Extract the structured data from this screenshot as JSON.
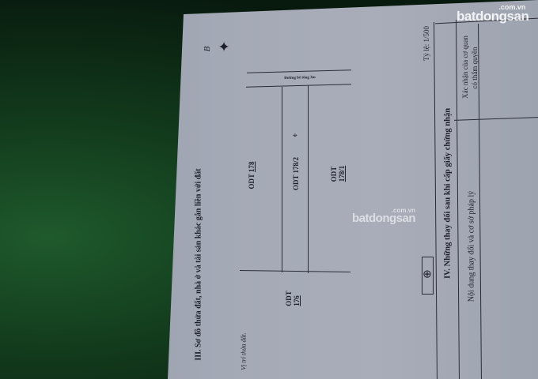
{
  "section3_title": "III. Sơ đồ thửa đất, nhà ở và tài sản khác gắn liền với đất",
  "north_label": "B",
  "road_label": "Đường bê tông 3m",
  "parcels": {
    "p178": {
      "type": "ODT",
      "number": "178"
    },
    "p178_2": {
      "type": "ODT",
      "number": "178/2"
    },
    "p178_1": {
      "type": "ODT",
      "number": "178/1"
    },
    "p176": {
      "type": "ODT",
      "number": "176"
    }
  },
  "scale_label": "Tỷ lệ: 1/500",
  "location_label": "Vị trí thửa đất.",
  "section4_title": "IV. Những thay đổi sau khi cấp giấy chứng nhận",
  "table": {
    "col1_header": "Nội dung thay đổi và cơ sở pháp lý",
    "col2_header_line1": "Xác nhận của cơ quan",
    "col2_header_line2": "có thẩm quyền"
  },
  "watermark": {
    "brand": "batdongsan",
    "domain": ".com.vn"
  },
  "colors": {
    "background": "#0c2a14",
    "paper": "#a6abb7",
    "ink": "#1d1f2a"
  }
}
